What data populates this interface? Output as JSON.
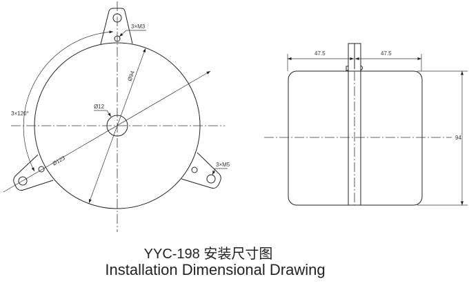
{
  "front_view": {
    "label_m3": "3×M3",
    "label_m5": "3×M5",
    "label_angle": "3×120°",
    "label_d94": "Ø94",
    "label_d12": "Ø12",
    "label_d123": "Ø123"
  },
  "side_view": {
    "label_left_width": "47.5",
    "label_right_width": "47.5",
    "label_height": "94"
  },
  "caption": {
    "line1": "YYC-198 安装尺寸图",
    "line2": "Installation Dimensional Drawing"
  }
}
